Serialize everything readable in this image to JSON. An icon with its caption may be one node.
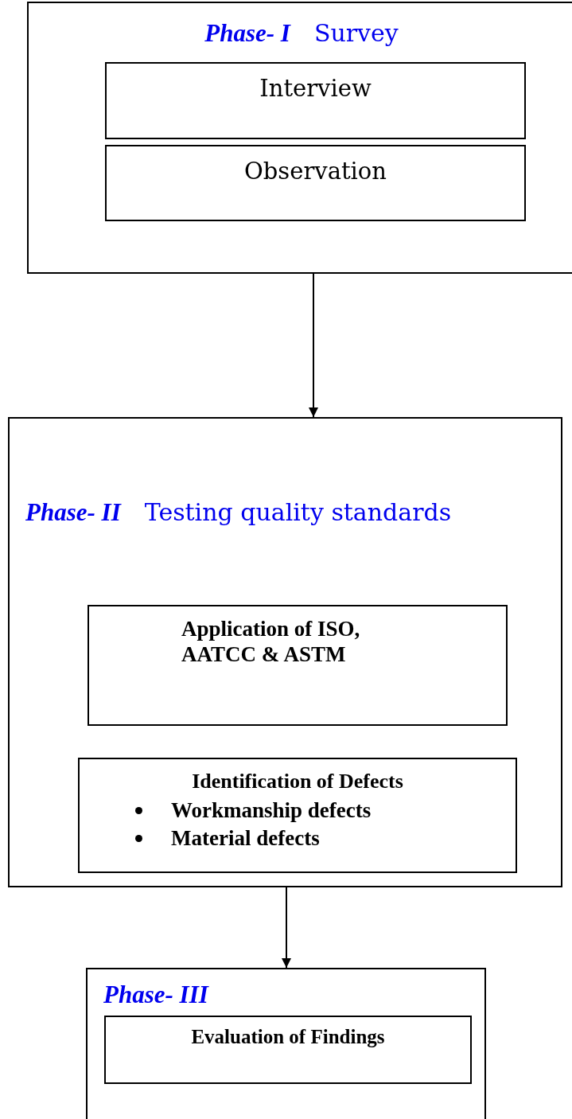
{
  "diagram": {
    "nodes": [
      {
        "text": [
          "Phase- I",
          "Survey"
        ]
      },
      {
        "text": [
          "Interview"
        ],
        "in": 0
      },
      {
        "text": [
          "Observation"
        ],
        "in": 0
      },
      {
        "text": [
          "Phase- II",
          "Testing quality standards"
        ]
      },
      {
        "text": [
          "Application of ISO, AATCC & ASTM"
        ],
        "in": 3
      },
      {
        "text": [
          "Identification of Defects",
          "Workmanship defects",
          "Material defects"
        ],
        "in": 3
      },
      {
        "text": [
          "Phase- III"
        ]
      },
      {
        "text": [
          "Evaluation of Findings"
        ],
        "in": 6
      }
    ],
    "edges": [
      {
        "from": 0,
        "to": 3,
        "arrow": "to"
      },
      {
        "from": 3,
        "to": 6,
        "arrow": "to"
      }
    ]
  }
}
